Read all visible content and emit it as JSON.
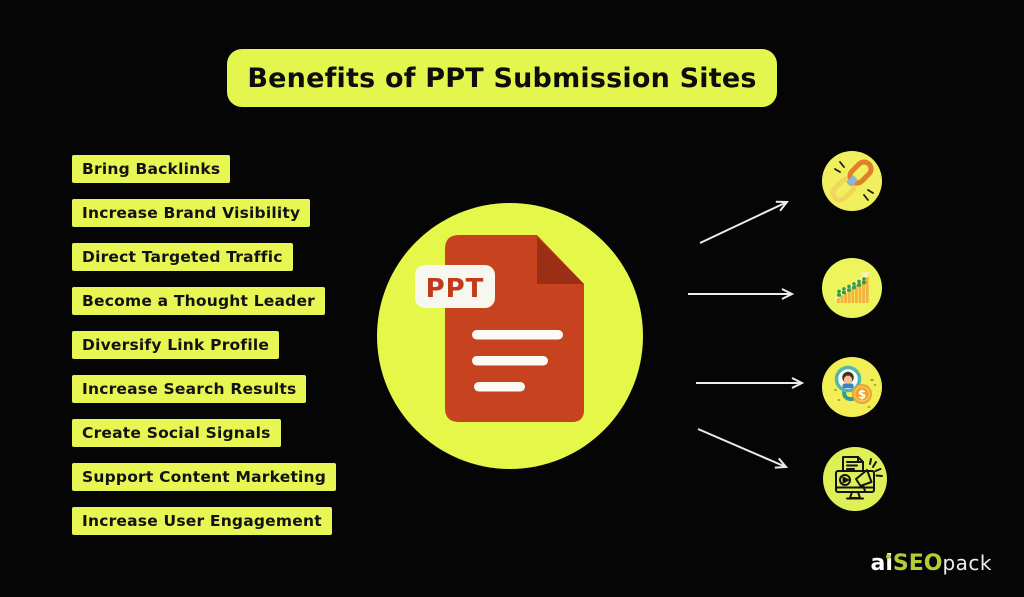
{
  "title": "Benefits of PPT Submission Sites",
  "benefits": [
    "Bring Backlinks",
    "Increase Brand Visibility",
    "Direct Targeted Traffic",
    "Become a Thought Leader",
    "Diversify Link Profile",
    "Increase Search Results",
    "Create Social Signals",
    "Support Content Marketing",
    "Increase User Engagement"
  ],
  "center": {
    "file_badge": "PPT"
  },
  "right_icons": [
    {
      "name": "broken-backlink-chain-icon"
    },
    {
      "name": "traffic-growth-chart-icon"
    },
    {
      "name": "lead-search-money-icon",
      "coin_symbol": "$"
    },
    {
      "name": "content-marketing-monitor-megaphone-icon"
    }
  ],
  "logo": {
    "ai": "ai",
    "seo": "SEO",
    "pack": "pack"
  },
  "colors": {
    "background": "#050505",
    "lime_banner": "#e3f64e",
    "lime_chip": "#e7f653",
    "lime_circle": "#e5f748",
    "icon_circle_yellow": "#f1ef5d",
    "document_red": "#c7421f",
    "document_fold": "#9c2e16",
    "badge_text_red": "#c13a1c",
    "arrow_white": "#ececec",
    "logo_green": "#b6cc37"
  }
}
